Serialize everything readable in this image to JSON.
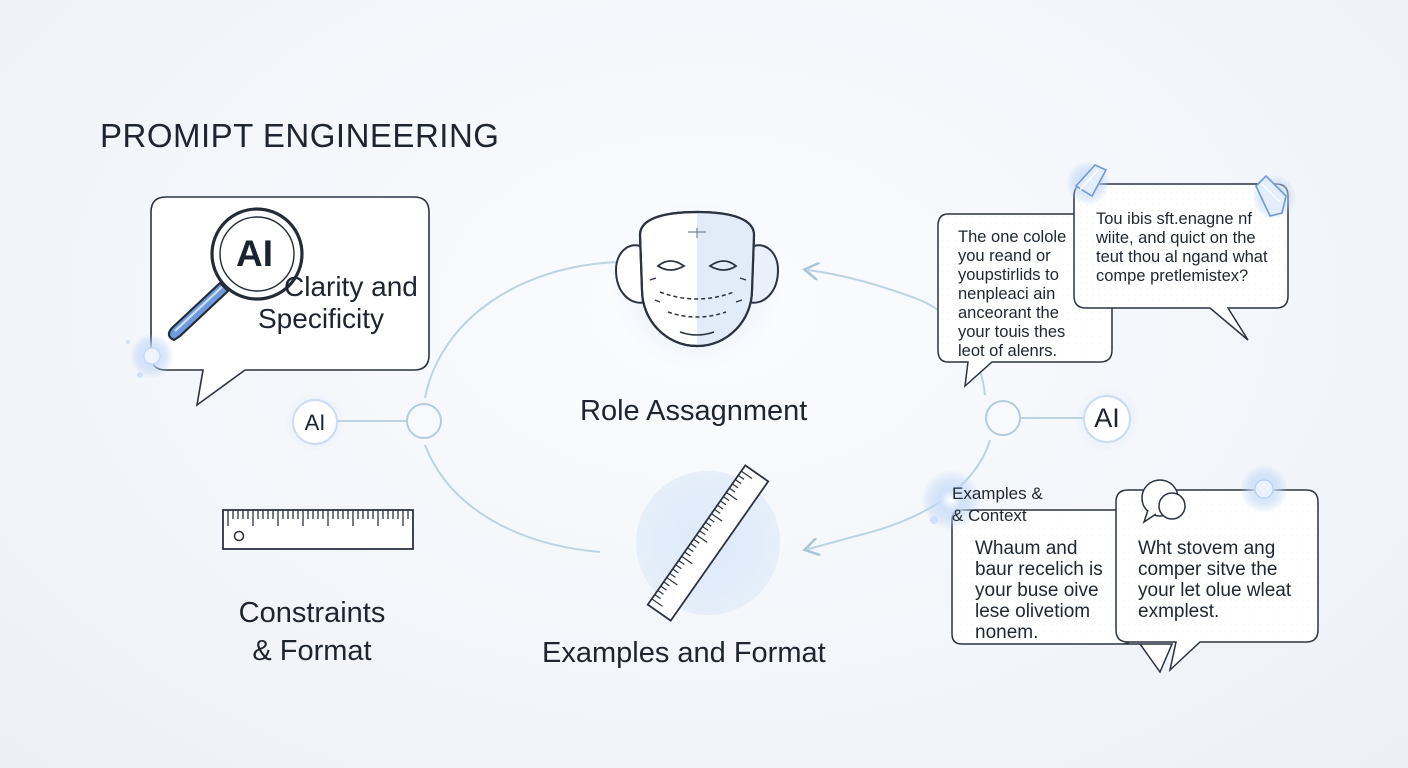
{
  "title": "PROMIPT ENGINEERING",
  "left_bubble": {
    "ai": "AI",
    "label_line1": "Clarity and",
    "label_line2": "Specificity"
  },
  "nodes": {
    "left_ai": "AI",
    "right_ai": "AI"
  },
  "labels": {
    "role": "Role Assagnment",
    "examples_format": "Examples and Format",
    "constraints_line1": "Constraints",
    "constraints_line2": "& Format"
  },
  "right_top": {
    "back_text": "The one colole\nyou reand or\nyoupstirlids to\nnenpleaci ain\nanceorant the\nyour touis thes\nleot of alenrs.",
    "front_text": "Tou ibis sft.enagne nf\nwiite, and quict on the\nteut thou al ngand what\ncompe pretlemistex?"
  },
  "right_bottom": {
    "heading": "Examples &\n& Context",
    "left_text": "Whaum and\nbaur recelich is\nyour buse oive\nlese olivetiom\nnonem.",
    "right_text": "Wht stovem ang\ncomper sitve the\nyour let olue wleat\nexmplest."
  },
  "colors": {
    "ink": "#1e2530",
    "line": "#b9d0df",
    "accent": "#5b8fd6",
    "glow": "#a9c8f2"
  }
}
